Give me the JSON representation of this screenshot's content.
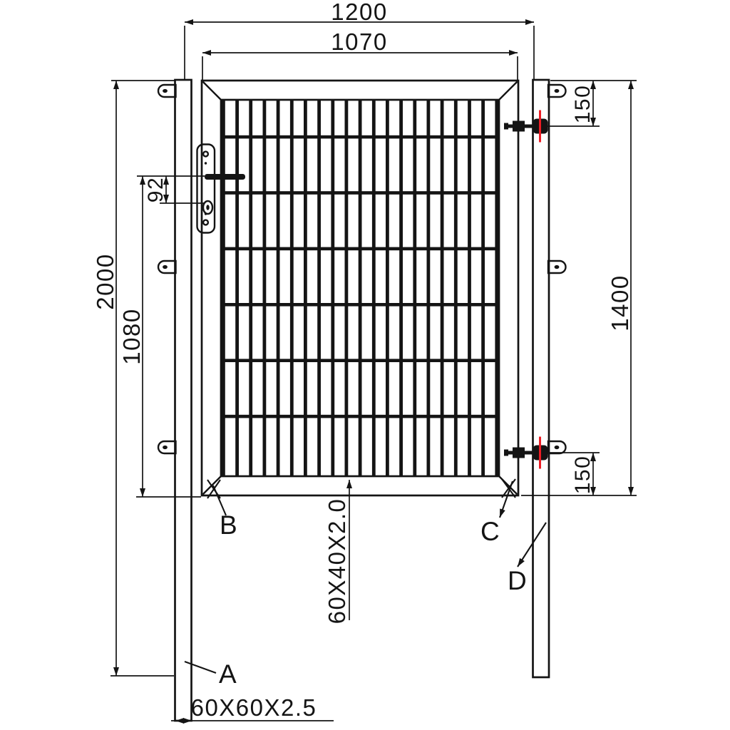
{
  "drawing": {
    "type": "technical-drawing",
    "subject": "garden gate with square posts, mesh infill, lock and hinges",
    "dimensions": {
      "overall_width": "1200",
      "gate_frame_width": "1070",
      "post_height": "2000",
      "handle_height": "1080",
      "lock_centers": "92",
      "gate_frame_height": "1400",
      "top_hinge_offset": "150",
      "bottom_hinge_offset": "150"
    },
    "profiles": {
      "gate_frame_profile": "60X40X2.0",
      "post_profile": "60X60X2.5"
    },
    "labels": {
      "post": "A",
      "bottom_left_corner": "B",
      "bottom_right_corner": "C",
      "hinge_post": "D"
    },
    "mesh": {
      "vertical_bars": 21,
      "horizontal_wires": 6
    },
    "colors": {
      "line": "#141414",
      "hinge_axis": "#ed1c24",
      "background": "#ffffff"
    }
  }
}
